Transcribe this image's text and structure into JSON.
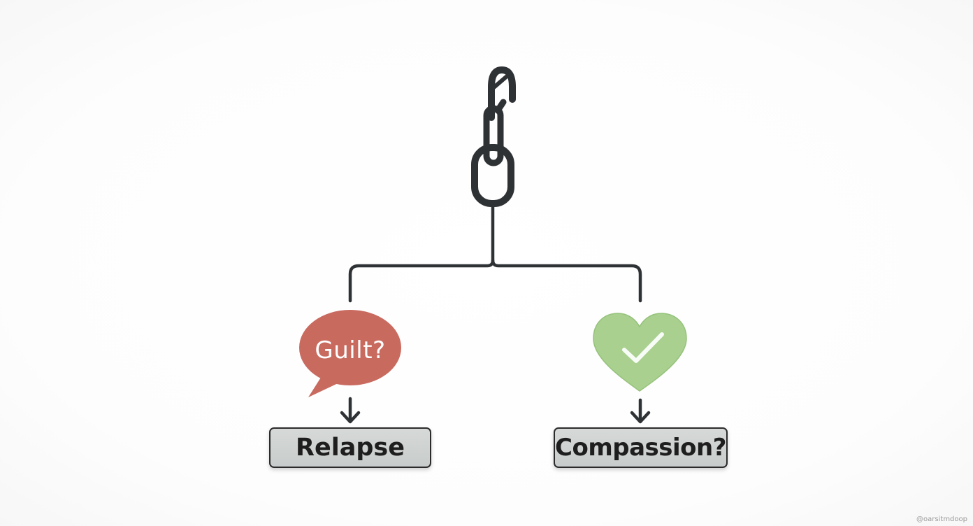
{
  "labels": {
    "bubble": "Guilt?",
    "left_box": "Relapse",
    "right_box": "Compassion?"
  },
  "watermark": "@oarsitmdoop",
  "icons": {
    "top": "chain-link-icon",
    "left": "speech-bubble-icon",
    "right": "heart-check-icon"
  },
  "colors": {
    "line": "#2f3235",
    "bubble": "#c96a5f",
    "heart": "#a9d08f",
    "box_fill": "#cfd2d1"
  }
}
